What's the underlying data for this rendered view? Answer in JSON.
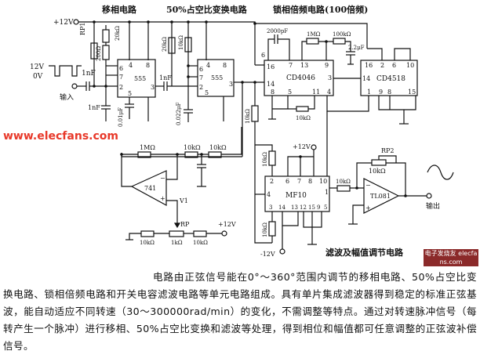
{
  "titles": {
    "phase_shift": "移相电路",
    "duty_cycle": "50%占空比变换电路",
    "pll": "锁相倍频电路(100倍频)",
    "filter": "滤波及幅值调节电路"
  },
  "labels": {
    "vcc_top": "+12V",
    "rp1": "RP1",
    "r_20k_a": "20kΩ",
    "r_200": "200Ω",
    "wave_high": "12V",
    "wave_low": "0V",
    "c_1nf_in": "1nF",
    "input": "输入",
    "c_1nf_b": "1nF",
    "c_001uf": "0.01μF",
    "ic1": "555",
    "ic2": "555",
    "c_1nf_c": "1nF",
    "r_20k_b": "20kΩ",
    "r_10k_b": "10kΩ",
    "c_0022uf": "0.022μF",
    "ic_pll": "CD4046",
    "ic_cnt": "CD4518",
    "c_2000pf": "2000pF",
    "r_1m_pll": "1MΩ",
    "r_100k": "100kΩ",
    "c_22uf": "2.2μF",
    "r_10k_pll": "10kΩ",
    "r_10k_v": "10kΩ",
    "r_1m": "1MΩ",
    "r_10k_c": "10kΩ",
    "r_10k_d": "10kΩ",
    "opamp1": "741",
    "v1": "V1",
    "rp": "RP",
    "r_10k_e": "10kΩ",
    "r_1k": "1kΩ",
    "r_10k_f": "10kΩ",
    "vcc_rp": "+12V",
    "vcc_mf10": "+12V",
    "vee_mf10": "-12V",
    "ic_filter": "MF10",
    "r_10k_g": "10kΩ",
    "r_10k_h": "10kΩ",
    "r_10k_out": "10kΩ",
    "rp2": "RP2",
    "r_10k_rp2": "10kΩ",
    "opamp2": "TL081",
    "output": "输出"
  },
  "pins": {
    "ic1": [
      "4",
      "8",
      "6",
      "7",
      "2",
      "3",
      "5"
    ],
    "ic2": [
      "4",
      "8",
      "6",
      "7",
      "2",
      "3",
      "5"
    ],
    "pll": [
      "16",
      "7",
      "13",
      "9",
      "14",
      "3",
      "8",
      "5",
      "11",
      "4",
      "6"
    ],
    "cnt": [
      "16",
      "2",
      "6",
      "10",
      "14",
      "1",
      "9",
      "8",
      "15"
    ],
    "mf10": [
      "2",
      "6",
      "7",
      "8",
      "10",
      "4",
      "1",
      "3",
      "14",
      "13",
      "12",
      "15",
      "9",
      "5"
    ]
  },
  "description": "电路由正弦信号能在0°～360°范围内调节的移相电路、50%占空比变换电路、锁相倍频电路和开关电容滤波电路等单元电路组成。具有单片集成滤波器得到稳定的标准正弦基波，能自动适应不同转速（30～300000rad/min）的变化，不需调整等特点。通过对转速脉冲信号（每转产生一个脉冲）进行移相、50%占空比变换和滤波等处理，得到相位和幅值都可任意调整的正弦波补偿信号。",
  "watermark": "www.elecfans.com",
  "badge": "电子发烧友 elecfans.com"
}
